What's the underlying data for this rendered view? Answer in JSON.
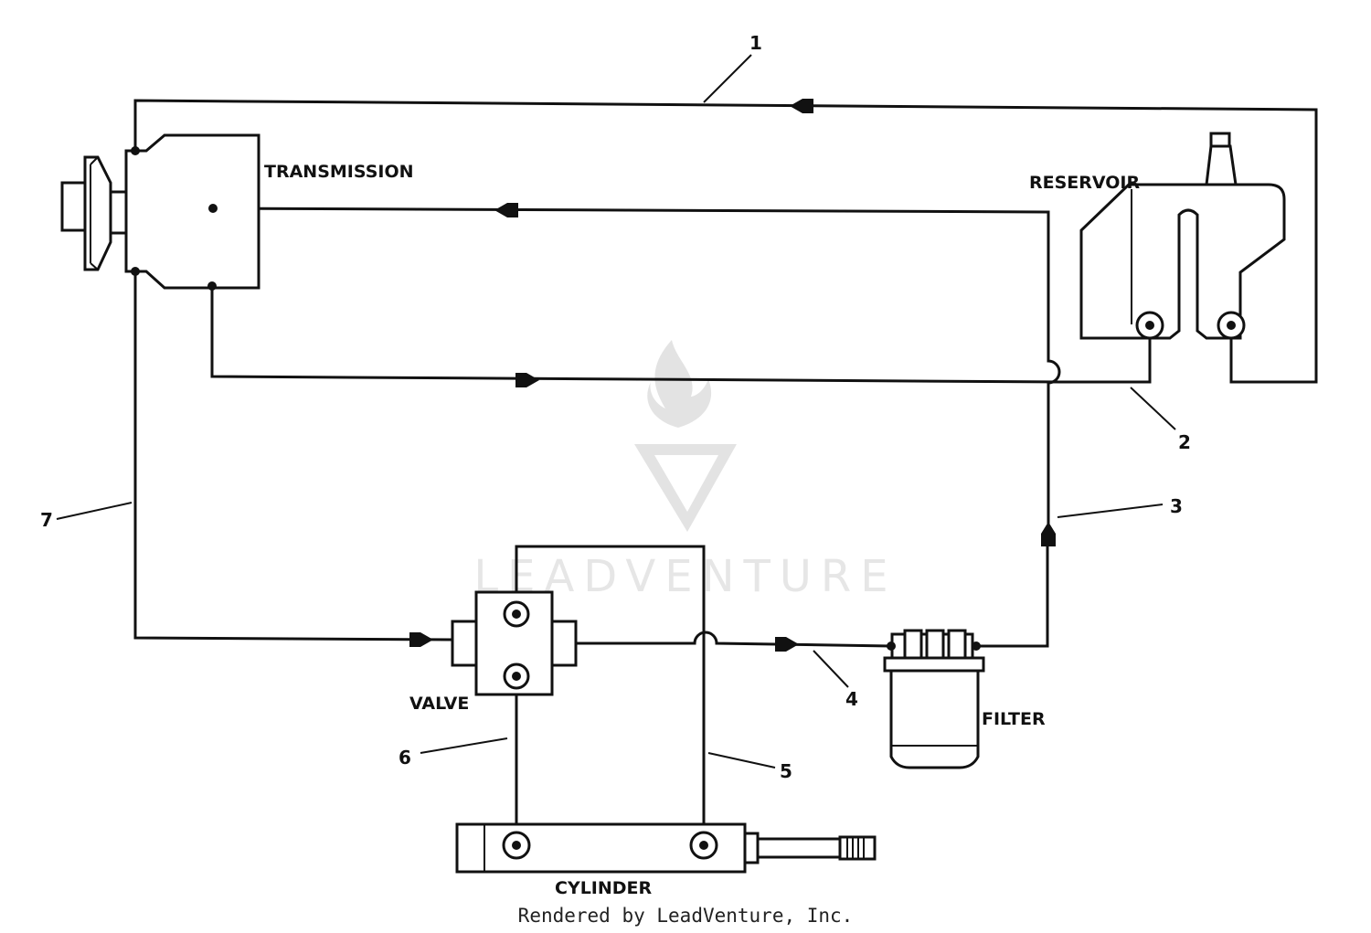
{
  "components": {
    "transmission": "TRANSMISSION",
    "reservoir": "RESERVOIR",
    "valve": "VALVE",
    "filter": "FILTER",
    "cylinder": "CYLINDER"
  },
  "callouts": [
    "1",
    "2",
    "3",
    "4",
    "5",
    "6",
    "7"
  ],
  "watermark": "LEADVENTURE",
  "credit": "Rendered by LeadVenture, Inc.",
  "colors": {
    "line": "#111111",
    "watermark": "#e3e3e3"
  }
}
